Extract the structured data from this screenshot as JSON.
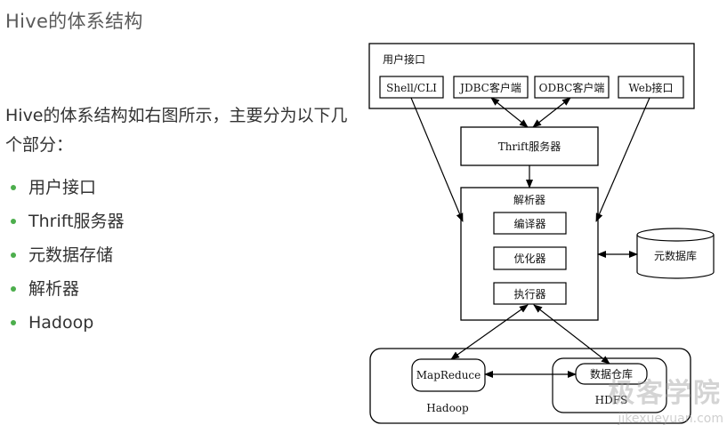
{
  "slide": {
    "title": "Hive的体系结构",
    "intro": "Hive的体系结构如右图所示，主要分为以下几个部分：",
    "bullets": [
      "用户接口",
      "Thrift服务器",
      "元数据存储",
      "解析器",
      "Hadoop"
    ],
    "bullet_color": "#4cae4c"
  },
  "diagram": {
    "user_interface": {
      "label": "用户接口",
      "items": [
        "Shell/CLI",
        "JDBC客户端",
        "ODBC客户端",
        "Web接口"
      ]
    },
    "thrift": "Thrift服务器",
    "parser": {
      "label": "解析器",
      "items": [
        "编译器",
        "优化器",
        "执行器"
      ]
    },
    "metastore": "元数据库",
    "hadoop": {
      "label": "Hadoop",
      "mapreduce": "MapReduce",
      "hdfs_label": "HDFS",
      "warehouse": "数据仓库"
    }
  },
  "watermark": {
    "text": "极客学院",
    "sub": "jikexueyuan.com"
  }
}
